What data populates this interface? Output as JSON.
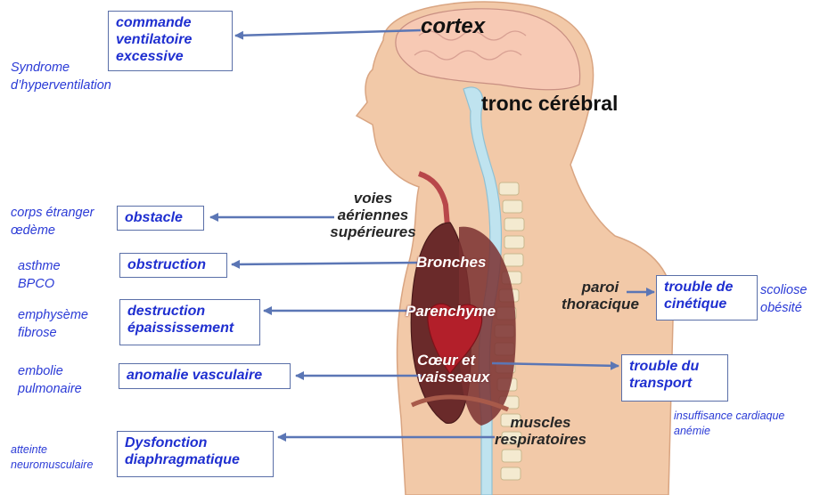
{
  "labels": {
    "cortex": "cortex",
    "tronc": "tronc cérébral",
    "voies": "voies\naériennes\nsupérieures",
    "bronches": "Bronches",
    "parenchyme": "Parenchyme",
    "coeur": "Cœur et\nvaisseaux",
    "muscles": "muscles\nrespiratoires",
    "paroi": "paroi\nthoracique"
  },
  "boxes": {
    "commande": "commande\nventilatoire\nexcessive",
    "obstacle": "obstacle",
    "obstruction": "obstruction",
    "destruction": "destruction\népaississement",
    "anomalie": "anomalie vasculaire",
    "dysfonction": "Dysfonction\ndiaphragmatique",
    "cinetique": "trouble de\ncinétique",
    "transport": "trouble du\ntransport"
  },
  "causes": {
    "syndrome": "Syndrome\nd’hyperventilation",
    "corps": "corps étranger\nœdème",
    "asthme": "asthme\nBPCO",
    "emphyseme": "emphysème\nfibrose",
    "embolie": "embolie\npulmonaire",
    "atteinte": "atteinte\nneuromusculaire",
    "scoliose": "scoliose\nobésité",
    "insuffisance": "insuffisance cardiaque\nanémie"
  },
  "colors": {
    "arrow": "#5b76b5",
    "box_text": "#1f2fd0",
    "box_border": "#5a6fa8",
    "skin": "#f2c9a8",
    "spine": "#bfe3ef",
    "lung": "#6a2a2a"
  }
}
